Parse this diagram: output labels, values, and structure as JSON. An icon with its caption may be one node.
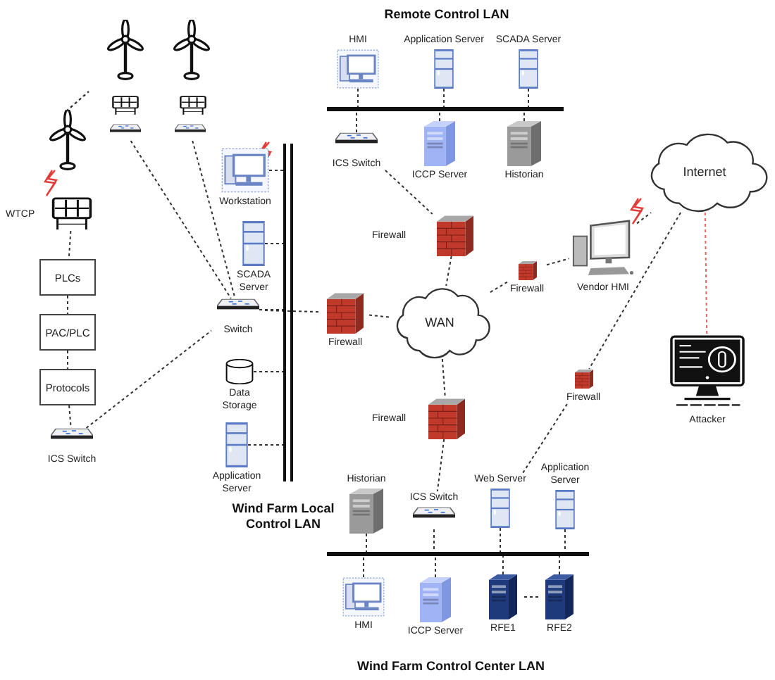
{
  "diagram": {
    "nodes": [
      {
        "text": [
          "WTCP"
        ]
      },
      {
        "text": [
          "PLCs"
        ]
      },
      {
        "text": [
          "PAC/PLC"
        ]
      },
      {
        "text": [
          "Protocols"
        ]
      },
      {
        "text": [
          "ICS Switch"
        ]
      },
      {
        "text": [],
        "shape": "switch"
      },
      {
        "text": [],
        "shape": "switch"
      },
      {
        "text": [
          "Workstation"
        ]
      },
      {
        "text": [
          "SCADA Server"
        ]
      },
      {
        "text": [
          "Switch"
        ]
      },
      {
        "text": [
          "Data Storage"
        ]
      },
      {
        "text": [
          "Application Server"
        ]
      },
      {
        "text": [],
        "shape": "bar",
        "beside": [
          "Wind Farm Local Control LAN"
        ]
      },
      {
        "text": [],
        "shape": "bar"
      },
      {
        "text": [
          "HMI"
        ]
      },
      {
        "text": [
          "Application Server"
        ]
      },
      {
        "text": [
          "SCADA Server"
        ]
      },
      {
        "text": [
          "ICS Switch"
        ]
      },
      {
        "text": [
          "ICCP Server"
        ]
      },
      {
        "text": [
          "Historian"
        ]
      },
      {
        "text": [
          "Firewall"
        ]
      },
      {
        "text": [
          "Firewall"
        ]
      },
      {
        "text": [
          "WAN"
        ]
      },
      {
        "text": [
          "Firewall"
        ]
      },
      {
        "text": [
          "Vendor HMI"
        ]
      },
      {
        "text": [
          "Internet"
        ]
      },
      {
        "text": [
          "Firewall"
        ]
      },
      {
        "text": [
          "Firewall"
        ]
      },
      {
        "text": [
          "Attacker"
        ]
      },
      {
        "text": [],
        "shape": "bar"
      },
      {
        "text": [
          "Historian"
        ]
      },
      {
        "text": [
          "ICS Switch"
        ]
      },
      {
        "text": [
          "Web Server"
        ]
      },
      {
        "text": [
          "Application Server"
        ]
      },
      {
        "text": [
          "HMI"
        ]
      },
      {
        "text": [
          "ICCP Server"
        ]
      },
      {
        "text": [
          "RFE1"
        ]
      },
      {
        "text": [
          "RFE2"
        ]
      }
    ],
    "edges": [
      {
        "from": 0,
        "to": 1,
        "arrow": "none"
      },
      {
        "from": 1,
        "to": 2,
        "arrow": "none"
      },
      {
        "from": 2,
        "to": 3,
        "arrow": "none"
      },
      {
        "from": 3,
        "to": 4,
        "arrow": "none"
      },
      {
        "from": 4,
        "to": 9,
        "arrow": "none"
      },
      {
        "from": 5,
        "to": 9,
        "arrow": "none"
      },
      {
        "from": 6,
        "to": 9,
        "arrow": "none"
      },
      {
        "from": 7,
        "to": 12,
        "arrow": "none"
      },
      {
        "from": 8,
        "to": 12,
        "arrow": "none"
      },
      {
        "from": 9,
        "to": 12,
        "arrow": "none"
      },
      {
        "from": 10,
        "to": 12,
        "arrow": "none"
      },
      {
        "from": 11,
        "to": 12,
        "arrow": "none"
      },
      {
        "from": 9,
        "to": 21,
        "arrow": "none"
      },
      {
        "from": 21,
        "to": 22,
        "arrow": "none"
      },
      {
        "from": 14,
        "to": 13,
        "arrow": "none"
      },
      {
        "from": 15,
        "to": 13,
        "arrow": "none"
      },
      {
        "from": 16,
        "to": 13,
        "arrow": "none"
      },
      {
        "from": 17,
        "to": 13,
        "arrow": "none"
      },
      {
        "from": 18,
        "to": 13,
        "arrow": "none"
      },
      {
        "from": 19,
        "to": 13,
        "arrow": "none"
      },
      {
        "from": 17,
        "to": 20,
        "arrow": "none"
      },
      {
        "from": 20,
        "to": 22,
        "arrow": "none"
      },
      {
        "from": 22,
        "to": 23,
        "arrow": "none"
      },
      {
        "from": 23,
        "to": 24,
        "arrow": "none"
      },
      {
        "from": 24,
        "to": 25,
        "arrow": "none"
      },
      {
        "from": 25,
        "to": 27,
        "arrow": "none"
      },
      {
        "from": 27,
        "to": 32,
        "arrow": "none"
      },
      {
        "from": 25,
        "to": 28,
        "arrow": "none",
        "color": "#e06666"
      },
      {
        "from": 22,
        "to": 26,
        "arrow": "none"
      },
      {
        "from": 26,
        "to": 31,
        "arrow": "none"
      },
      {
        "from": 30,
        "to": 29,
        "arrow": "none"
      },
      {
        "from": 31,
        "to": 29,
        "arrow": "none"
      },
      {
        "from": 32,
        "to": 29,
        "arrow": "none"
      },
      {
        "from": 33,
        "to": 29,
        "arrow": "none"
      },
      {
        "from": 34,
        "to": 29,
        "arrow": "none"
      },
      {
        "from": 35,
        "to": 29,
        "arrow": "none"
      },
      {
        "from": 36,
        "to": 29,
        "arrow": "none"
      },
      {
        "from": 37,
        "to": 29,
        "arrow": "none"
      },
      {
        "from": 36,
        "to": 37,
        "arrow": "none"
      }
    ],
    "labels": [
      "Remote Control LAN",
      "Wind Farm Control Center LAN"
    ]
  }
}
